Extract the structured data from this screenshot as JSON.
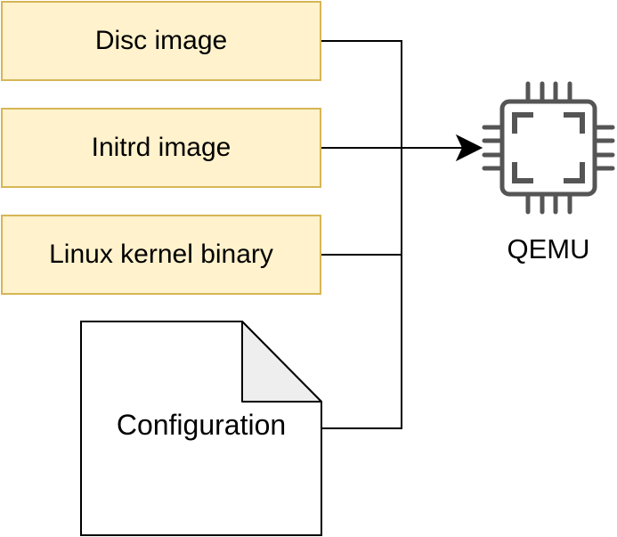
{
  "inputs": [
    {
      "label": "Disc image"
    },
    {
      "label": "Initrd image"
    },
    {
      "label": "Linux kernel binary"
    }
  ],
  "document": {
    "label": "Configuration"
  },
  "target": {
    "label": "QEMU",
    "icon": "cpu-chip-icon"
  },
  "colors": {
    "box_fill": "#fff2cc",
    "box_border": "#d6b656",
    "line": "#000000",
    "icon": "#555555",
    "doc_fold": "#eeeeee"
  }
}
